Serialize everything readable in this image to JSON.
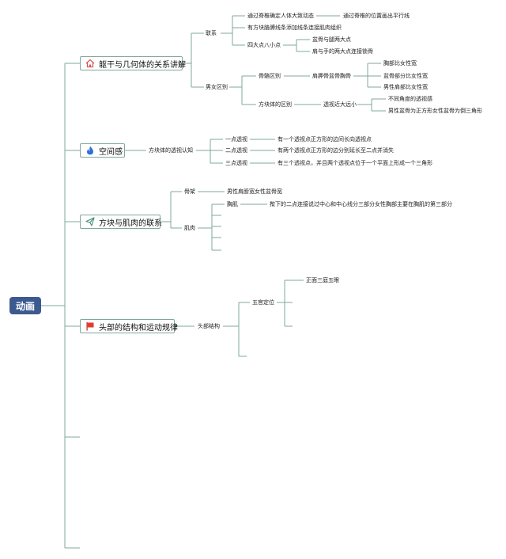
{
  "root": {
    "label": "动画"
  },
  "branches": [
    {
      "label": "躯干与几何体的关系讲解",
      "icon": "house-icon",
      "nodes": {
        "lianxi": "联系",
        "lianxi_c1": "通过脊椎确定人体大致动态",
        "lianxi_c1_c1": "通过脊椎的位置画出平行线",
        "lianxi_c2": "有方块胳膊线条添加线条连接肌肉组织",
        "lianxi_c3": "四大点八小点",
        "lianxi_c3_c1": "盆骨与腿两大点",
        "lianxi_c3_c2": "肩与手的两大点连接锁骨",
        "nannv": "男女区别",
        "gujia": "骨骼区别",
        "jianjia": "肩胛骨盆骨胸骨",
        "jianjia_c1": "胸部比女性宽",
        "jianjia_c2": "盆骨部分比女性宽",
        "jianjia_c3": "男性肩部比女性宽",
        "fangkuai": "方块体的区别",
        "toushi": "透视近大远小",
        "toushi_c1": "不同角度的透视感",
        "toushi_c2": "男性盆骨为正方形女性盆骨为倒三角形"
      }
    },
    {
      "label": "空间感",
      "icon": "flame-icon",
      "nodes": {
        "fkt": "方块体的透视认知",
        "p1": "一点透视",
        "p1_d": "有一个透视点正方形的边间长向透视点",
        "p2": "二点透视",
        "p2_d": "有两个透视点正方形的边分别延长至二点并消失",
        "p3": "三点透视",
        "p3_d": "有三个透视点，并且两个透视点位于一个平面上形成一个三角形"
      }
    },
    {
      "label": "方块与肌肉的联系",
      "icon": "paper-plane-icon",
      "nodes": {
        "gujia": "骨架",
        "gujia_d": "男性肩膀宽女性盆骨宽",
        "jirou": "肌肉",
        "xiongji": "胸肌",
        "xiongji_d": "揿下的二点连接说过中心和中心线分三部分女性胸部主要在胸肌的第三部分"
      }
    },
    {
      "label": "头部的结构和运动规律",
      "icon": "red-flag-icon",
      "nodes": {
        "tbjg": "头部结构",
        "wgdw": "五官定位",
        "wgdw_c1": "正面三庭五眼"
      }
    }
  ],
  "colors": {
    "root_bg": "#3c5a8f",
    "line": "#7fa89a",
    "flag": "#e63b2e",
    "house": "#d9534f",
    "flame": "#2f6fd6",
    "plane": "#3f8f7a"
  }
}
